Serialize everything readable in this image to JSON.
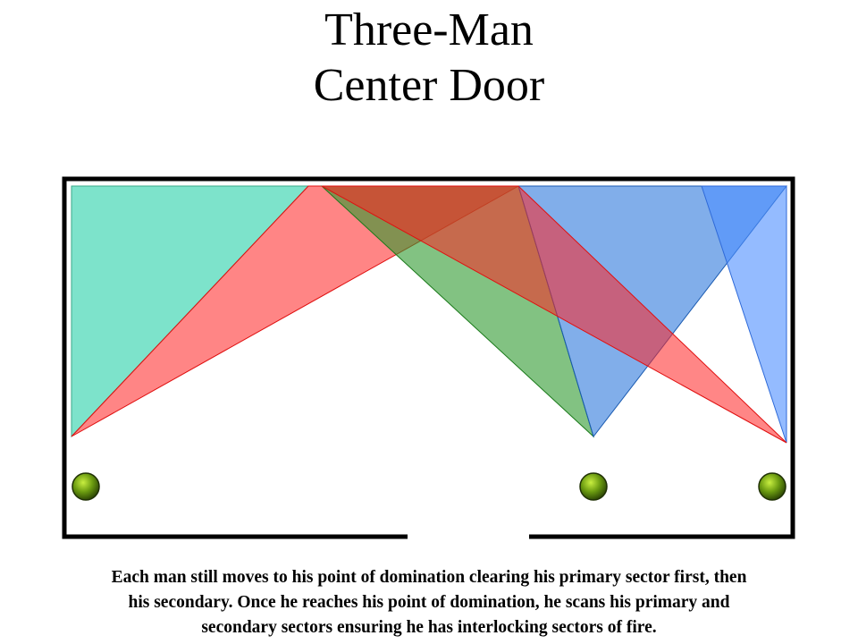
{
  "title": {
    "line1": "Three-Man",
    "line2": "Center Door"
  },
  "caption": {
    "line1": "Each man still moves to his point of domination clearing his primary sector first, then",
    "line2": "his secondary.  Once he reaches his point of domination, he scans his primary and",
    "line3": "secondary sectors ensuring he has interlocking sectors of fire."
  },
  "colors": {
    "primary_left": "#7de3cb",
    "secondary_red": "#ff6a6a",
    "primary_green": "#6cbf6c",
    "primary_blue_dark": "#3f8fc4",
    "primary_blue_light": "#80b0ff",
    "secondary_purple": "#8a6ac9",
    "man": "#6a9a10",
    "wall": "#000000"
  }
}
